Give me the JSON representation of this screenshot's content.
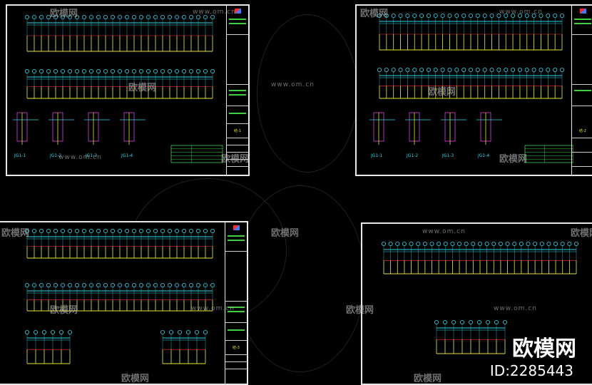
{
  "watermarks": {
    "brand_mark": "欧模网",
    "site_url": "www.om.cn"
  },
  "sheets": [
    {
      "id": "sheet-top-left",
      "sheet_label": "结-1",
      "detail_labels": [
        "JG1-1",
        "JG1-2",
        "JG1-3",
        "JG1-4"
      ]
    },
    {
      "id": "sheet-top-right",
      "sheet_label": "结-2",
      "detail_labels": [
        "JG1-1",
        "JG1-2",
        "JG1-3",
        "JG1-4"
      ]
    },
    {
      "id": "sheet-bottom-left",
      "sheet_label": "结-3",
      "detail_labels": []
    },
    {
      "id": "sheet-bottom-right",
      "sheet_label": "",
      "detail_labels": []
    }
  ],
  "brand": {
    "name": "欧模网",
    "id_text": "ID:2285443"
  },
  "colors": {
    "background": "#000000",
    "frame": "#e8e8e8",
    "cyan": "#2fd6e8",
    "yellow": "#e8e23a",
    "green": "#3fcf3f",
    "red": "#ff3030",
    "magenta": "#e040e0"
  }
}
